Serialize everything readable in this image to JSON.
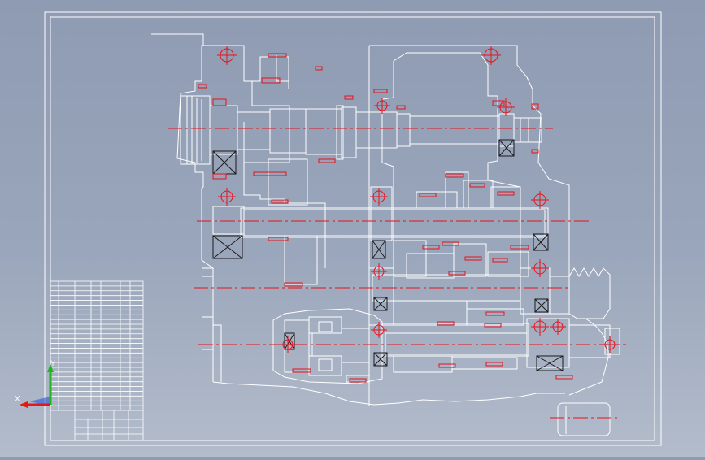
{
  "viewport": {
    "background_top": "#8e9bb2",
    "background_bottom": "#b3bccb",
    "line_color": "#ffffff",
    "centerline_color": "#e8121b",
    "bearing_color": "#1a1a1a"
  },
  "drawing": {
    "title_block_text": [],
    "parts_list_rows": 26
  },
  "triad": {
    "x_label": "X",
    "y_label": "Y",
    "x_color": "#e01818",
    "y_color": "#22b222",
    "z_color": "#2a55d8"
  }
}
